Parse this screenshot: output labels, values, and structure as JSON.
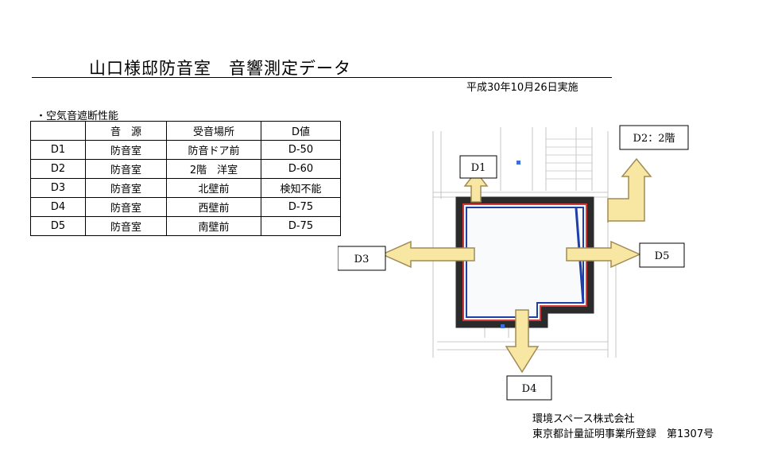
{
  "header": {
    "title": "山口様邸防音室　音響測定データ",
    "date": "平成30年10月26日実施"
  },
  "section_heading": "・空気音遮断性能",
  "table": {
    "columns": [
      "",
      "音　源",
      "受音場所",
      "D値"
    ],
    "rows": [
      [
        "D1",
        "防音室",
        "防音ドア前",
        "D-50"
      ],
      [
        "D2",
        "防音室",
        "2階　洋室",
        "D-60"
      ],
      [
        "D3",
        "防音室",
        "北壁前",
        "検知不能"
      ],
      [
        "D4",
        "防音室",
        "西壁前",
        "D-75"
      ],
      [
        "D5",
        "防音室",
        "南壁前",
        "D-75"
      ]
    ]
  },
  "plan_labels": {
    "d1": "D1",
    "d2": "D2：2階",
    "d3": "D3",
    "d4": "D4",
    "d5": "D5"
  },
  "colors": {
    "arrow_fill": "#f7e7a2",
    "arrow_stroke": "#a08a55",
    "wall_blue": "#1f3fa8",
    "wall_red": "#d23a3a"
  },
  "company": {
    "name": "環境スペース株式会社",
    "registration": "東京都計量証明事業所登録　第1307号"
  }
}
